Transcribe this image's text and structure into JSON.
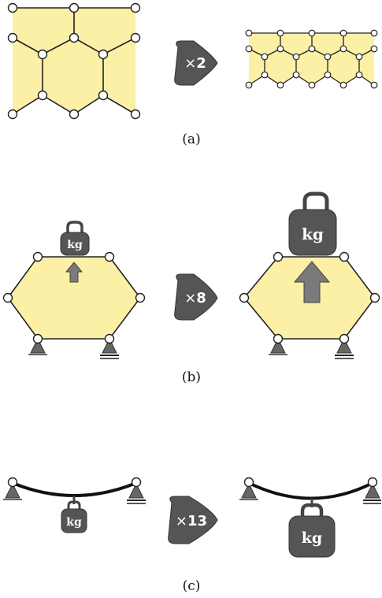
{
  "panels": [
    {
      "id": "a",
      "caption": "(a)",
      "multiplier": {
        "symbol": "×",
        "value": "2"
      }
    },
    {
      "id": "b",
      "caption": "(b)",
      "multiplier": {
        "symbol": "×",
        "value": "8"
      },
      "weight_label": "kg"
    },
    {
      "id": "c",
      "caption": "(c)",
      "multiplier": {
        "symbol": "×",
        "value": "13"
      },
      "weight_label": "kg"
    }
  ],
  "colors": {
    "fill": "#fbf0a6",
    "edge": "#222222",
    "node_fill": "#ffffff",
    "weight": "#555555",
    "arrow": "#7a7a7a",
    "support": "#666666"
  }
}
